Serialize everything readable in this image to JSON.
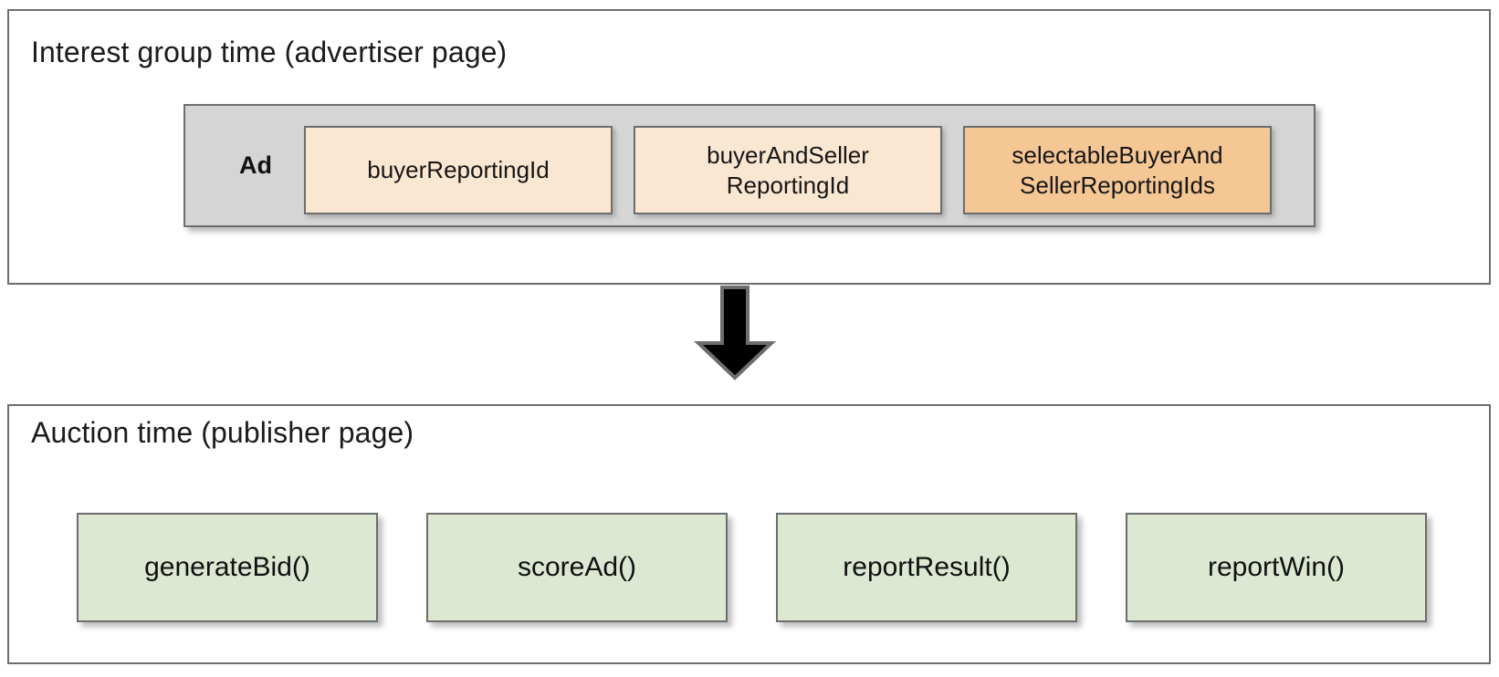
{
  "diagram": {
    "title_bar_color": "#6d6d6d",
    "sections": [
      {
        "id": "advertiser",
        "title": "Interest group time (advertiser page)"
      },
      {
        "id": "publisher",
        "title": "Auction time (publisher page)"
      }
    ]
  },
  "advertiser_section": {
    "title": "Interest group time (advertiser page)",
    "ad_group": {
      "label": "Ad",
      "background": "#d5d5d5",
      "items": [
        {
          "label": "buyerReportingId",
          "color": "#fae7d1"
        },
        {
          "label": "buyerAndSeller\nReportingId",
          "line1": "buyerAndSeller",
          "line2": "ReportingId",
          "color": "#fae7d1"
        },
        {
          "label": "selectableBuyerAnd\nSellerReportingIds",
          "line1": "selectableBuyerAnd",
          "line2": "SellerReportingIds",
          "color": "#f4c795"
        }
      ]
    }
  },
  "flow": {
    "arrow_icon": "arrow-down-icon",
    "arrow_color": "#000000",
    "arrow_border_color": "#6d6d6d"
  },
  "publisher_section": {
    "title": "Auction time (publisher page)",
    "functions": [
      {
        "label": "generateBid()",
        "color": "#dce8d1"
      },
      {
        "label": "scoreAd()",
        "color": "#dce8d1"
      },
      {
        "label": "reportResult()",
        "color": "#dce8d1"
      },
      {
        "label": "reportWin()",
        "color": "#dce8d1"
      }
    ]
  }
}
